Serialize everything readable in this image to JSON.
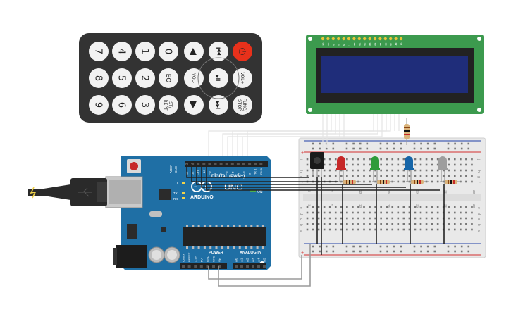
{
  "remote": {
    "rows": [
      [
        "7",
        "4",
        "1",
        "0",
        "◀",
        "⏮",
        "⏻"
      ],
      [
        "8",
        "5",
        "2",
        "EQ",
        "VOL-",
        "⏯",
        "VOL+"
      ],
      [
        "9",
        "6",
        "3",
        "ST/ REPT",
        "▶",
        "⏭",
        "FUNC/ STOP"
      ]
    ],
    "power_color": "#e8311b",
    "button_color": "#f2f2f2",
    "body_color": "#333333"
  },
  "lcd": {
    "board_color": "#3c9a4e",
    "screen_color": "#1f2d7a",
    "pin_labels": [
      "GND",
      "VCC",
      "V0",
      "RS",
      "RW",
      "E",
      "DB0",
      "DB1",
      "DB2",
      "DB3",
      "DB4",
      "DB5",
      "DB6",
      "DB7",
      "LED",
      "LED"
    ]
  },
  "arduino": {
    "board_color": "#1f6fa5",
    "brand": "ARDUINO",
    "model": "UNO",
    "digital_label": "DIGITAL (PWM~)",
    "power_label": "POWER",
    "analog_label": "ANALOG IN",
    "on_label": "ON",
    "tx_label": "TX",
    "rx_label": "RX",
    "l_label": "L",
    "aref_label": "AREF",
    "gnd_label": "GND",
    "digital_pins": [
      "13",
      "12",
      "~11",
      "~10",
      "~9",
      "8",
      "7",
      "~6",
      "~5",
      "4",
      "~3",
      "2",
      "TX 1",
      "RX 0"
    ],
    "power_pins": [
      "IOREF",
      "RESET",
      "3.3V",
      "5V",
      "GND",
      "GND",
      "Vin"
    ],
    "analog_pins": [
      "A0",
      "A1",
      "A2",
      "A3",
      "A4",
      "A5"
    ]
  },
  "breadboard": {
    "column_numbers": [
      "1",
      "5",
      "10",
      "15",
      "20",
      "25",
      "30"
    ],
    "row_letters_top": [
      "j",
      "i",
      "h",
      "g",
      "f"
    ],
    "row_letters_bottom": [
      "e",
      "d",
      "c",
      "b",
      "a"
    ]
  },
  "leds": [
    {
      "color": "#c62828"
    },
    {
      "color": "#2e9b3a"
    },
    {
      "color": "#1565a8"
    },
    {
      "color": "#9e9e9e"
    }
  ],
  "wire_colors": {
    "gray": "#9a9a9a",
    "black": "#222222",
    "white": "#e8e8e8"
  },
  "usb_cable_color": "#2a2a2a"
}
